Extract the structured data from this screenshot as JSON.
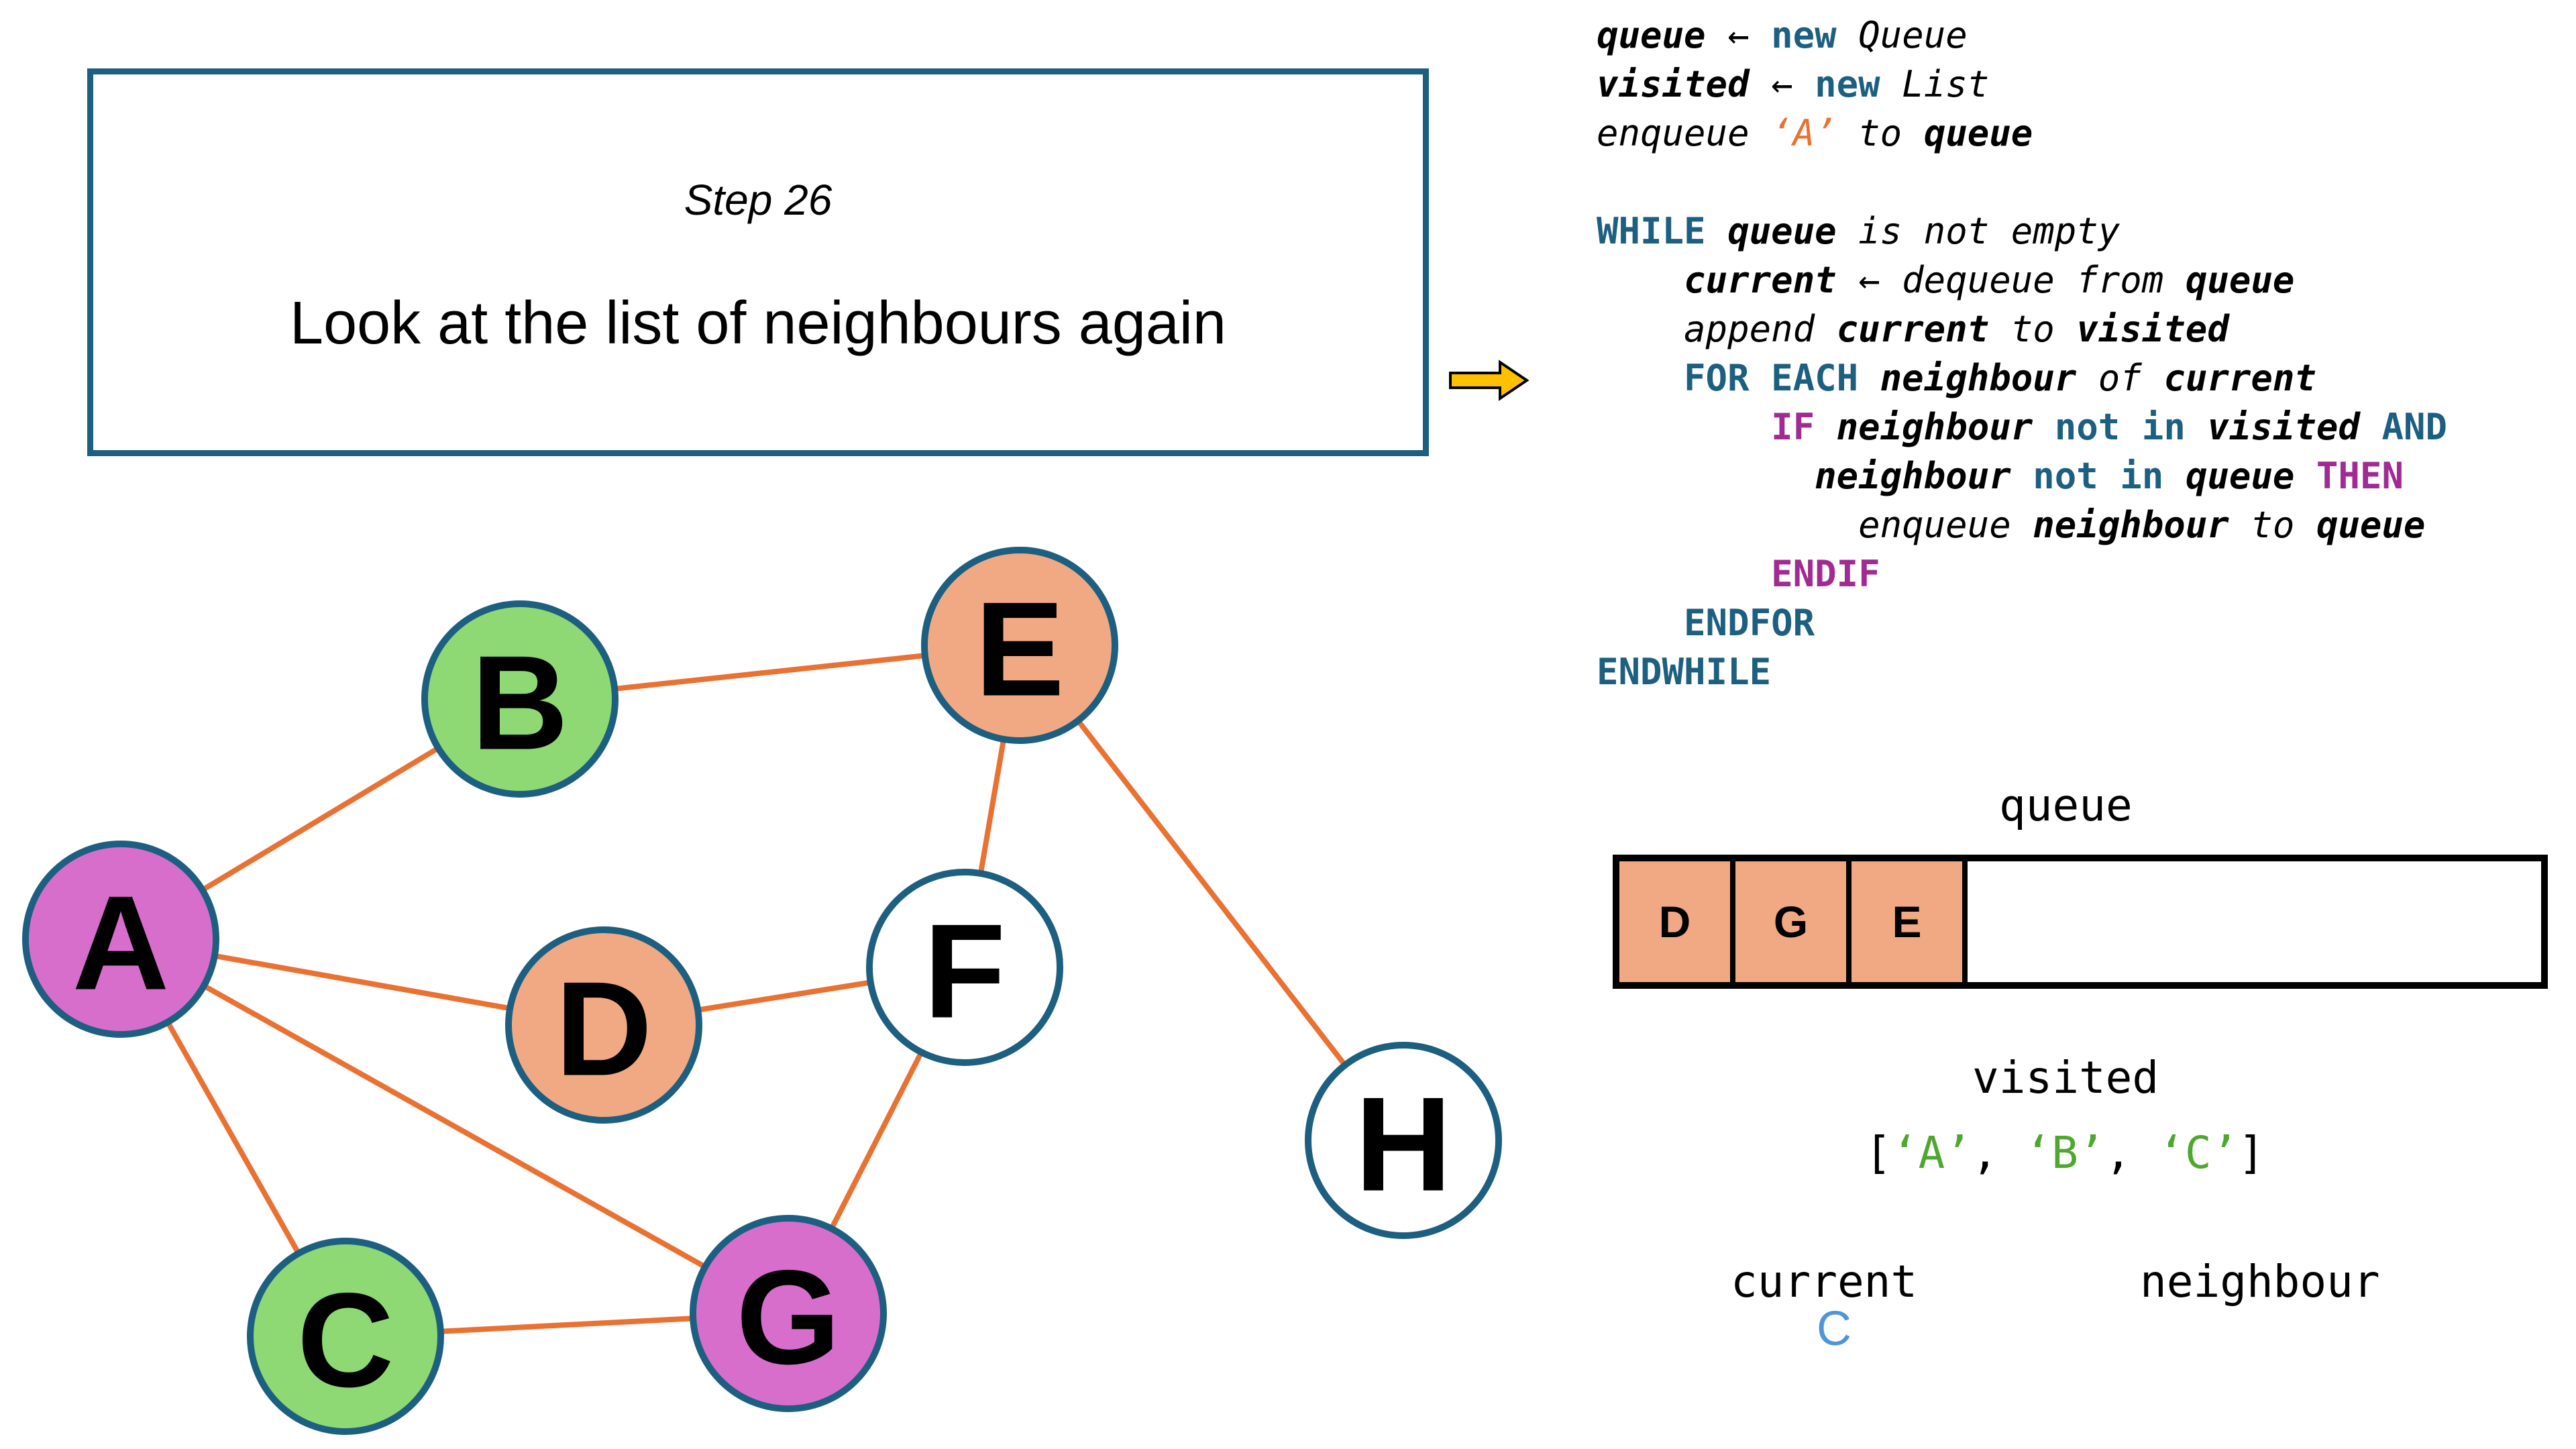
{
  "step": {
    "title": "Step 26",
    "text": "Look at the list of neighbours again"
  },
  "code_lines": [
    [
      {
        "t": "queue",
        "c": "var"
      },
      {
        "t": " ← ",
        "c": "plain"
      },
      {
        "t": "new",
        "c": "kw"
      },
      {
        "t": " Queue",
        "c": "plain"
      }
    ],
    [
      {
        "t": "visited",
        "c": "var"
      },
      {
        "t": " ← ",
        "c": "plain"
      },
      {
        "t": "new",
        "c": "kw"
      },
      {
        "t": " List",
        "c": "plain"
      }
    ],
    [
      {
        "t": "enqueue ",
        "c": "plain"
      },
      {
        "t": "‘A’",
        "c": "str"
      },
      {
        "t": " to ",
        "c": "plain"
      },
      {
        "t": "queue",
        "c": "var"
      }
    ],
    [],
    [
      {
        "t": "WHILE",
        "c": "kw"
      },
      {
        "t": " ",
        "c": "plain"
      },
      {
        "t": "queue",
        "c": "var"
      },
      {
        "t": " is not empty",
        "c": "plain"
      }
    ],
    [
      {
        "t": "    ",
        "c": "plain"
      },
      {
        "t": "current",
        "c": "var"
      },
      {
        "t": " ← dequeue from ",
        "c": "plain"
      },
      {
        "t": "queue",
        "c": "var"
      }
    ],
    [
      {
        "t": "    append ",
        "c": "plain"
      },
      {
        "t": "current",
        "c": "var"
      },
      {
        "t": " to ",
        "c": "plain"
      },
      {
        "t": "visited",
        "c": "var"
      }
    ],
    [
      {
        "t": "    ",
        "c": "plain"
      },
      {
        "t": "FOR EACH",
        "c": "kw"
      },
      {
        "t": " ",
        "c": "plain"
      },
      {
        "t": "neighbour",
        "c": "var"
      },
      {
        "t": " of ",
        "c": "plain"
      },
      {
        "t": "current",
        "c": "var"
      }
    ],
    [
      {
        "t": "        ",
        "c": "plain"
      },
      {
        "t": "IF",
        "c": "ctl"
      },
      {
        "t": " ",
        "c": "plain"
      },
      {
        "t": "neighbour",
        "c": "var"
      },
      {
        "t": " ",
        "c": "plain"
      },
      {
        "t": "not in",
        "c": "kw"
      },
      {
        "t": " ",
        "c": "plain"
      },
      {
        "t": "visited",
        "c": "var"
      },
      {
        "t": " ",
        "c": "plain"
      },
      {
        "t": "AND",
        "c": "kw"
      }
    ],
    [
      {
        "t": "          ",
        "c": "plain"
      },
      {
        "t": "neighbour",
        "c": "var"
      },
      {
        "t": " ",
        "c": "plain"
      },
      {
        "t": "not in",
        "c": "kw"
      },
      {
        "t": " ",
        "c": "plain"
      },
      {
        "t": "queue",
        "c": "var"
      },
      {
        "t": " ",
        "c": "plain"
      },
      {
        "t": "THEN",
        "c": "ctl"
      }
    ],
    [
      {
        "t": "            enqueue ",
        "c": "plain"
      },
      {
        "t": "neighbour",
        "c": "var"
      },
      {
        "t": " to ",
        "c": "plain"
      },
      {
        "t": "queue",
        "c": "var"
      }
    ],
    [
      {
        "t": "        ",
        "c": "plain"
      },
      {
        "t": "ENDIF",
        "c": "ctl"
      }
    ],
    [
      {
        "t": "    ",
        "c": "plain"
      },
      {
        "t": "ENDFOR",
        "c": "kw"
      }
    ],
    [
      {
        "t": "ENDWHILE",
        "c": "kw"
      }
    ]
  ],
  "graph": {
    "nodes": [
      {
        "id": "A",
        "label": "A",
        "fill": "#d86ecc"
      },
      {
        "id": "B",
        "label": "B",
        "fill": "#8ed973"
      },
      {
        "id": "C",
        "label": "C",
        "fill": "#8ed973"
      },
      {
        "id": "D",
        "label": "D",
        "fill": "#f1a983"
      },
      {
        "id": "E",
        "label": "E",
        "fill": "#f1a983"
      },
      {
        "id": "F",
        "label": "F",
        "fill": "#ffffff"
      },
      {
        "id": "G",
        "label": "G",
        "fill": "#d86ecc"
      },
      {
        "id": "H",
        "label": "H",
        "fill": "#ffffff"
      }
    ],
    "edges": [
      [
        "A",
        "B"
      ],
      [
        "B",
        "E"
      ],
      [
        "A",
        "D"
      ],
      [
        "D",
        "F"
      ],
      [
        "E",
        "F"
      ],
      [
        "E",
        "H"
      ],
      [
        "A",
        "G"
      ],
      [
        "A",
        "C"
      ],
      [
        "C",
        "G"
      ],
      [
        "F",
        "G"
      ]
    ],
    "edge_color": "#e97132",
    "node_border_color": "#1d5f80"
  },
  "queue": {
    "label": "queue",
    "items": [
      "D",
      "G",
      "E"
    ]
  },
  "visited": {
    "label": "visited",
    "items": [
      "‘A’",
      "‘B’",
      "‘C’"
    ]
  },
  "current": {
    "label": "current",
    "value": "C"
  },
  "neighbour": {
    "label": "neighbour"
  }
}
